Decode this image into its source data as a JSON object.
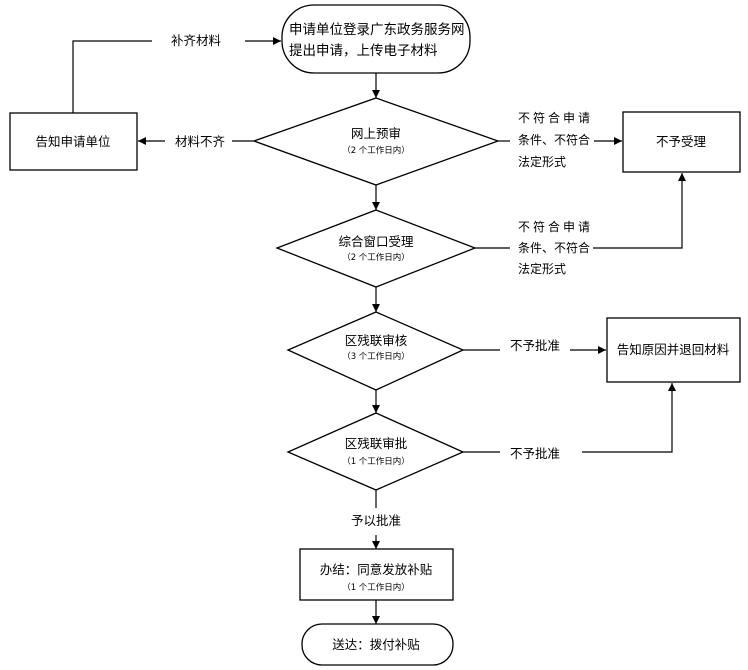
{
  "colors": {
    "line": "#000000",
    "background": "#ffffff"
  },
  "nodes": {
    "start": {
      "line1": "申请单位登录广东政务服务网",
      "line2": "提出申请，上传电子材料"
    },
    "notify_applicant": {
      "label": "告知申请单位"
    },
    "online_prereview": {
      "label": "网上预审",
      "time_limit": "（2 个工作日内）"
    },
    "not_accepted": {
      "label": "不予受理"
    },
    "window_acceptance": {
      "label": "综合窗口受理",
      "time_limit": "（2 个工作日内）"
    },
    "district_review": {
      "label": "区残联审核",
      "time_limit": "（3 个工作日内）"
    },
    "notify_return": {
      "label": "告知原因并退回材料"
    },
    "district_approval": {
      "label": "区残联审批",
      "time_limit": "（1 个工作日内）"
    },
    "complete": {
      "label": "办结：同意发放补贴",
      "time_limit": "（1 个工作日内）"
    },
    "deliver": {
      "label": "送达：拨付补贴"
    }
  },
  "edges": {
    "supplement": {
      "label": "补齐材料"
    },
    "incomplete": {
      "label": "材料不齐"
    },
    "prereview_ineligible": {
      "line1": "不符合申请",
      "line2": "条件、不符合",
      "line3": "法定形式"
    },
    "window_ineligible": {
      "line1": "不符合申请",
      "line2": "条件、不符合",
      "line3": "法定形式"
    },
    "review_rejected": {
      "label": "不予批准"
    },
    "approval_rejected": {
      "label": "不予批准"
    },
    "approved": {
      "label": "予以批准"
    }
  }
}
